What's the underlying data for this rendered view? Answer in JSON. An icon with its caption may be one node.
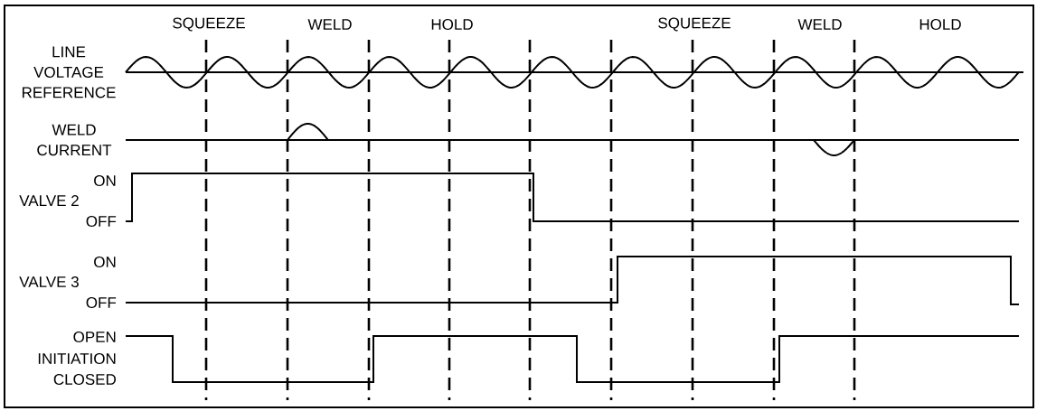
{
  "diagram": {
    "labels": [
      "SQUEEZE",
      "WELD",
      "HOLD",
      "SQUEEZE",
      "WELD",
      "HOLD",
      "LINE VOLTAGE REFERENCE",
      "WELD CURRENT",
      "ON",
      "VALVE 2",
      "OFF",
      "ON",
      "VALVE 3",
      "OFF",
      "OPEN",
      "INITIATION",
      "CLOSED"
    ]
  }
}
